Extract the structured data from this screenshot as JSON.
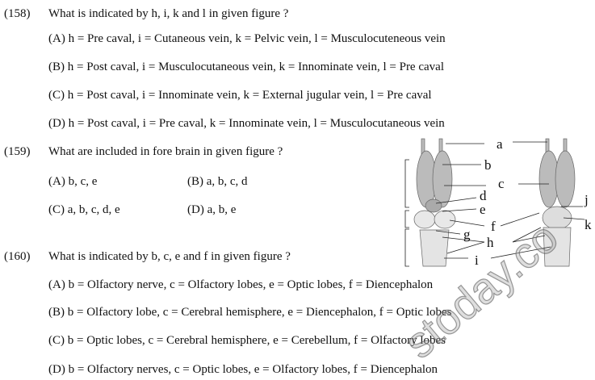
{
  "questions": [
    {
      "number": "(158)",
      "text": "What is indicated by h, i, k and l in given figure ?",
      "options": [
        "(A) h = Pre caval, i = Cutaneous vein, k = Pelvic vein, l = Musculocuteneous vein",
        "(B) h = Post caval, i = Musculocutaneous vein, k = Innominate vein, l = Pre caval",
        "(C) h = Post caval, i = Innominate vein, k = External jugular vein, l = Pre caval",
        "(D) h = Post caval, i = Pre caval, k = Innominate vein, l = Musculocutaneous vein"
      ]
    },
    {
      "number": "(159)",
      "text": "What are included in fore brain in given figure ?",
      "options": [
        "(A) b, c, e",
        "(B) a, b, c, d",
        "(C) a, b, c, d, e",
        "(D) a, b, e"
      ]
    },
    {
      "number": "(160)",
      "text": "What is indicated by b, c, e and f in given figure ?",
      "options": [
        "(A) b = Olfactory nerve, c = Olfactory lobes, e = Optic lobes, f = Diencephalon",
        "(B) b = Olfactory lobe, c = Cerebral hemisphere, e = Diencephalon, f = Optic lobes",
        "(C) b = Optic lobes, c = Cerebral hemisphere, e = Cerebellum, f = Olfactory lobes",
        "(D) b = Olfactory nerves, c = Optic lobes, e = Olfactory lobes, f = Diencephalon"
      ]
    }
  ],
  "figure": {
    "labels": [
      "a",
      "b",
      "c",
      "d",
      "e",
      "f",
      "g",
      "h",
      "i",
      "j",
      "k"
    ]
  },
  "watermark": "stoday.co"
}
